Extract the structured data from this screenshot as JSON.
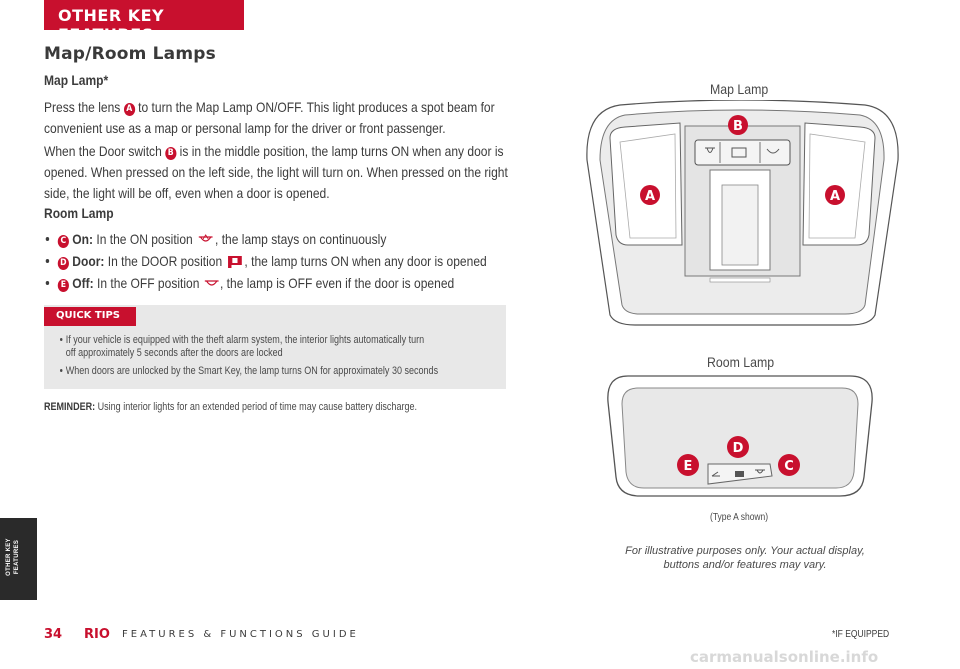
{
  "header": {
    "section_tab": "OTHER KEY FEATURES"
  },
  "side_tab": {
    "line1": "OTHER KEY",
    "line2": "FEATURES"
  },
  "page_title": "Map/Room Lamps",
  "map_lamp": {
    "heading": "Map Lamp*",
    "para1_pre": "Press the lens",
    "para1_badge": "A",
    "para1_post": "to turn the Map Lamp ON/OFF. This light produces a spot beam for convenient use as a map or personal lamp for the driver or front passenger.",
    "para2_pre": "When the Door switch",
    "para2_badge": "B",
    "para2_post": "is in the middle position, the lamp turns ON when any door is opened. When pressed on the left side, the light will turn on. When pressed on the right side, the light will be off, even when a door is opened."
  },
  "room_lamp": {
    "heading": "Room Lamp",
    "items": [
      {
        "badge": "C",
        "label": "On:",
        "pre": "In the ON position",
        "post": ", the lamp stays on continuously",
        "icon": "lamp-on-icon"
      },
      {
        "badge": "D",
        "label": "Door:",
        "pre": "In the DOOR position",
        "post": ", the lamp turns ON when any door is opened",
        "icon": "door-icon"
      },
      {
        "badge": "E",
        "label": "Off:",
        "pre": "In the OFF position",
        "post": ", the lamp is OFF even if the door is opened",
        "icon": "lamp-off-icon"
      }
    ]
  },
  "quick_tips": {
    "label": "QUICK TIPS",
    "tip1_line1": "If your vehicle is equipped with the theft alarm system, the interior lights automatically turn",
    "tip1_line2": "off approximately 5 seconds after the doors are locked",
    "tip2": "When doors are unlocked by the Smart Key, the lamp turns ON for approximately 30 seconds"
  },
  "reminder": {
    "label": "REMINDER:",
    "text": "Using interior lights for an extended period of time may cause battery discharge."
  },
  "figures": {
    "map_lamp_label": "Map Lamp",
    "room_lamp_label": "Room Lamp",
    "type_note": "(Type A shown)",
    "callouts": {
      "a": "A",
      "b": "B",
      "c": "C",
      "d": "D",
      "e": "E"
    },
    "disclaimer_line1": "For illustrative purposes only. Your actual display,",
    "disclaimer_line2": "buttons and/or features may vary."
  },
  "footer": {
    "page_number": "34",
    "model": "RIO",
    "guide": "FEATURES & FUNCTIONS GUIDE",
    "equipped_note": "*IF EQUIPPED"
  },
  "watermark": "carmanualsonline.info",
  "colors": {
    "accent": "#c8102e",
    "text": "#3c3c3c",
    "tip_bg": "#e8e8e8",
    "side_tab": "#2a2a2a"
  }
}
